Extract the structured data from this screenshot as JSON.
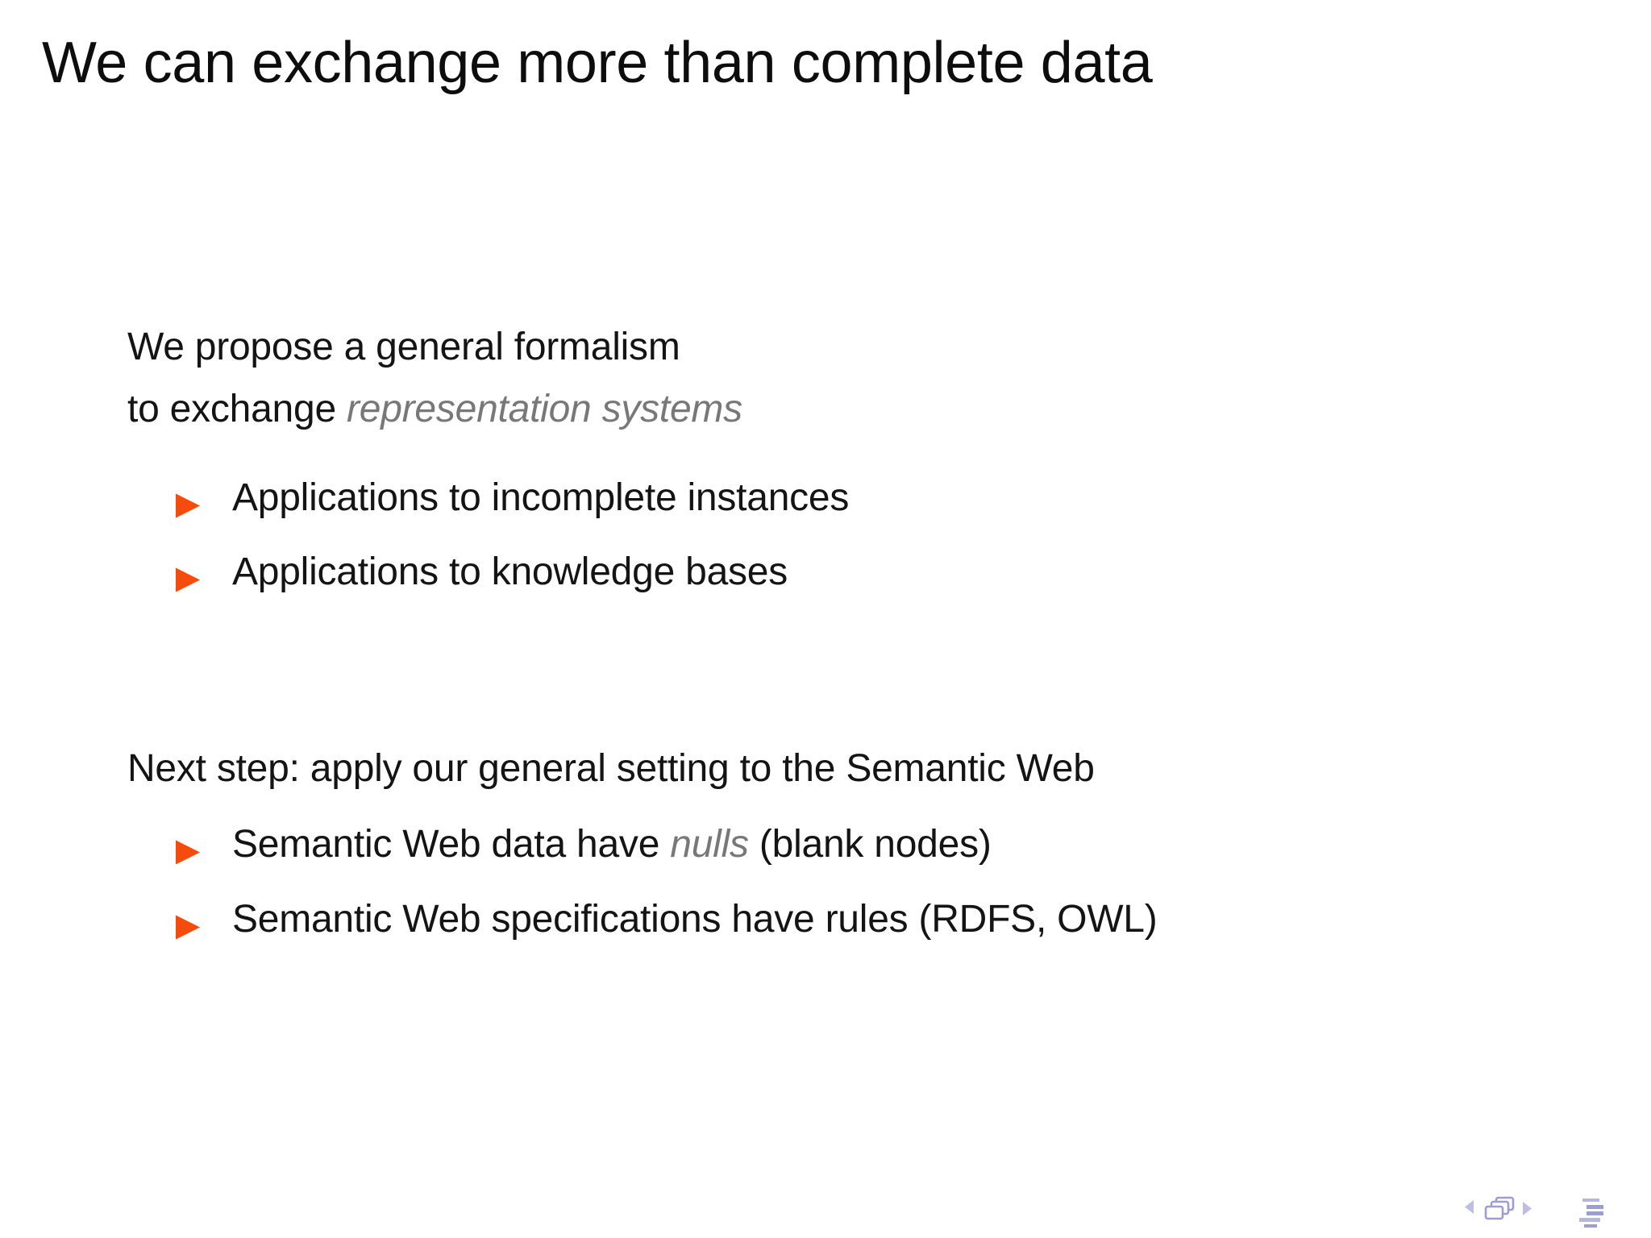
{
  "slide": {
    "title": "We can exchange more than complete data",
    "intro": {
      "line1": "We propose a general formalism",
      "line2_plain": "to exchange ",
      "line2_emph": "representation systems"
    },
    "bullets_top": [
      {
        "text": "Applications to incomplete instances"
      },
      {
        "text": "Applications to knowledge bases"
      }
    ],
    "next_step": {
      "line": "Next step: apply our general setting to the Semantic Web"
    },
    "bullets_bottom": [
      {
        "prefix": "Semantic Web data have ",
        "emph": "nulls",
        "suffix": " (blank nodes)"
      },
      {
        "prefix": "Semantic Web specifications have rules (RDFS, OWL)",
        "emph": "",
        "suffix": ""
      }
    ],
    "icons": {
      "bullet": "triangle-right-icon",
      "nav": [
        "prev-slide-icon",
        "frames-stack-icon",
        "next-slide-icon",
        "sections-outline-icon"
      ]
    },
    "colors": {
      "bullet_orange": "#F54B0D",
      "emph_gray": "#787878",
      "text_black": "#0D0D0D",
      "nav_lavender_light": "#B6B6E2",
      "nav_lavender_dark": "#9D9DD6"
    }
  }
}
